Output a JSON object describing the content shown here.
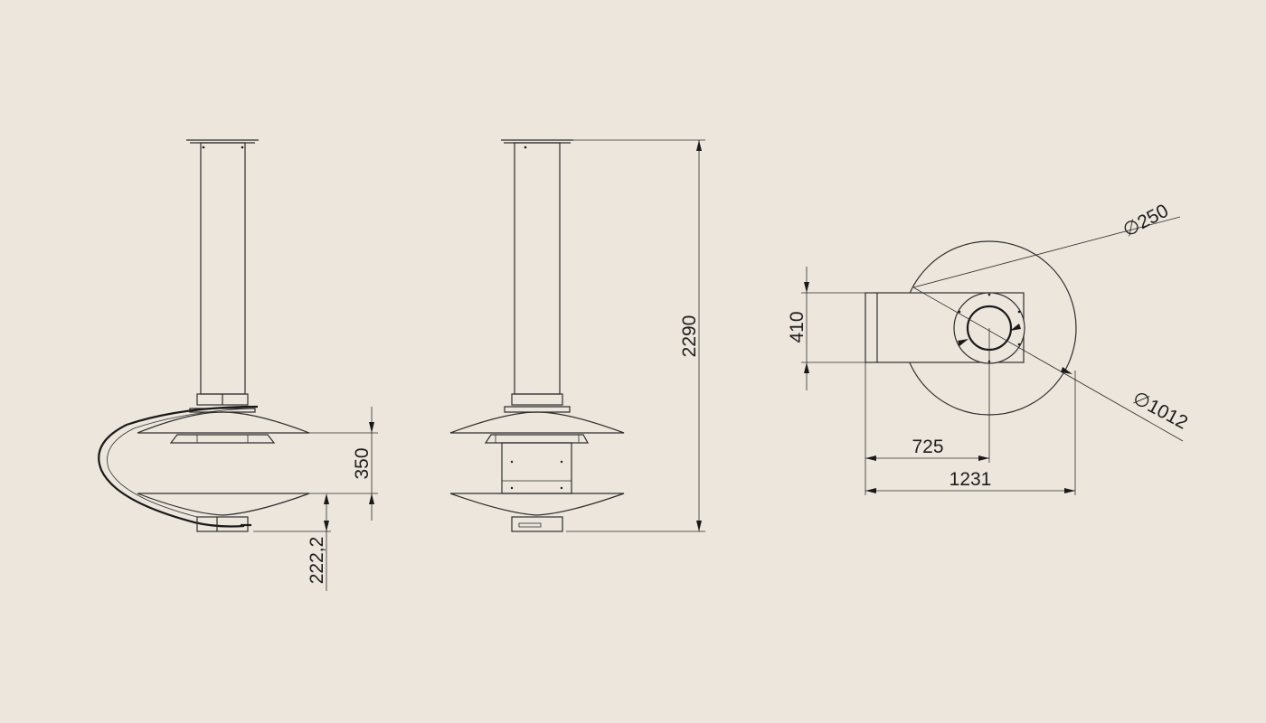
{
  "dimensions": {
    "front_bowl_height": "350",
    "front_bottom_offset": "222,2",
    "side_total_height": "2290",
    "top_depth": "410",
    "top_center_offset": "725",
    "top_total_width": "1231",
    "flue_diameter": "250",
    "body_diameter": "1012",
    "diameter_symbol": "∅"
  },
  "colors": {
    "background": "#ece6dc",
    "line": "#2e2e2e"
  }
}
